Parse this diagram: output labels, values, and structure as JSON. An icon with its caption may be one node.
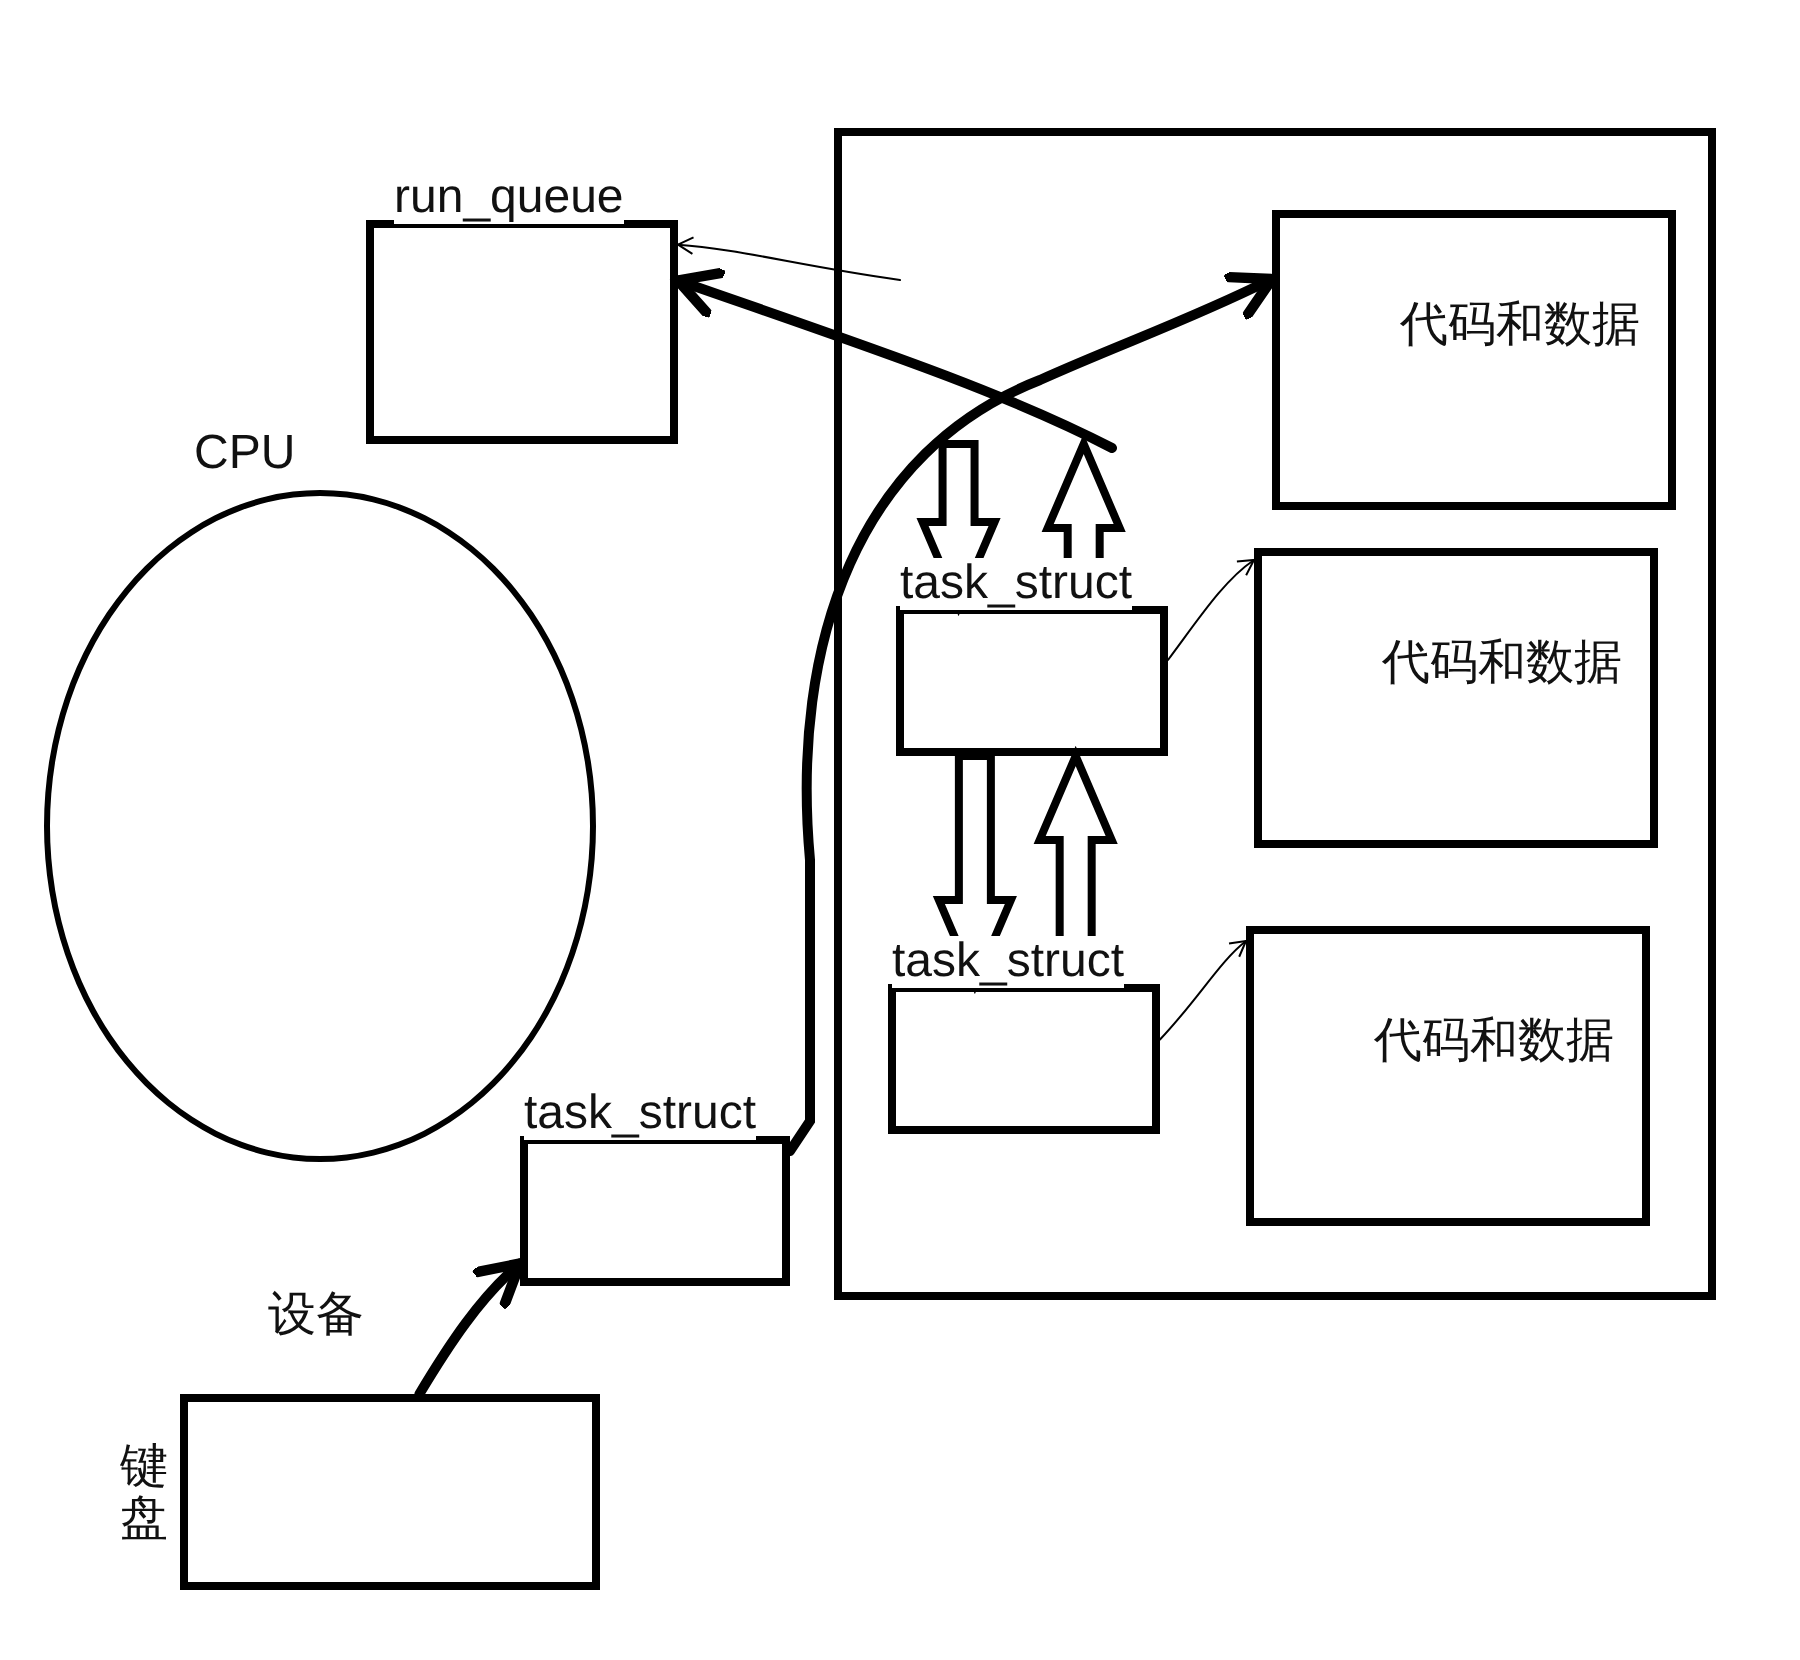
{
  "diagram": {
    "nodes": [
      {
        "text": [
          "run_queue"
        ]
      },
      {
        "text": [
          "CPU"
        ]
      },
      {
        "text": [],
        "shape": "box"
      },
      {
        "text": [
          "代码和数据"
        ],
        "in": 2
      },
      {
        "text": [
          "task_struct"
        ],
        "in": 2
      },
      {
        "text": [
          "代码和数据"
        ],
        "in": 2
      },
      {
        "text": [
          "task_struct"
        ],
        "in": 2
      },
      {
        "text": [
          "代码和数据"
        ],
        "in": 2
      },
      {
        "text": [
          "task_struct"
        ]
      },
      {
        "text": [
          "键盘"
        ]
      }
    ],
    "edges": [
      {
        "from": null,
        "to": 0,
        "arrow": "to"
      },
      {
        "from": null,
        "to": 0,
        "arrow": "to",
        "style": "thick"
      },
      {
        "from": 8,
        "to": 3,
        "arrow": "to",
        "style": "thick"
      },
      {
        "from": null,
        "to": 4,
        "arrow": "to",
        "style": "thick"
      },
      {
        "from": 4,
        "to": null,
        "arrow": "to",
        "style": "thick"
      },
      {
        "from": 4,
        "to": 6,
        "arrow": "to",
        "style": "thick"
      },
      {
        "from": 6,
        "to": 4,
        "arrow": "to",
        "style": "thick"
      },
      {
        "from": 4,
        "to": 5,
        "arrow": "to"
      },
      {
        "from": 6,
        "to": 7,
        "arrow": "to"
      },
      {
        "from": 9,
        "to": 8,
        "arrow": "to",
        "label": "设备",
        "style": "thick"
      }
    ]
  }
}
